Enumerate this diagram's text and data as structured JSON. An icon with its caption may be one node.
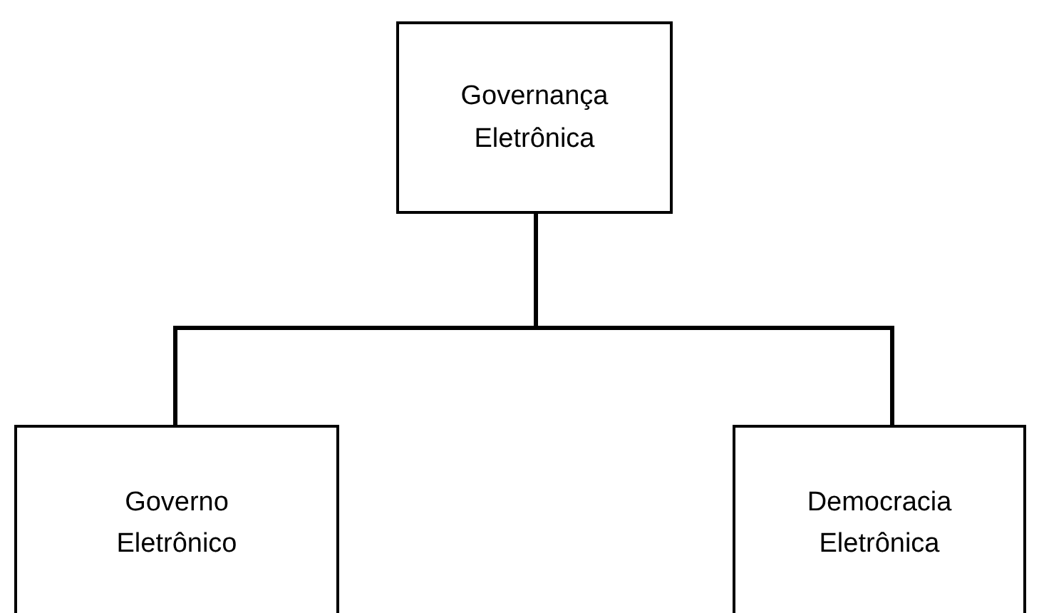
{
  "diagram": {
    "nodes": [
      {
        "text": [
          "Governança Eletrônica"
        ]
      },
      {
        "text": [
          "Governo Eletrônico"
        ]
      },
      {
        "text": [
          "Democracia Eletrônica"
        ]
      }
    ],
    "edges": [
      {
        "from": 0,
        "to": 1,
        "arrow": "none"
      },
      {
        "from": 0,
        "to": 2,
        "arrow": "none"
      }
    ]
  }
}
